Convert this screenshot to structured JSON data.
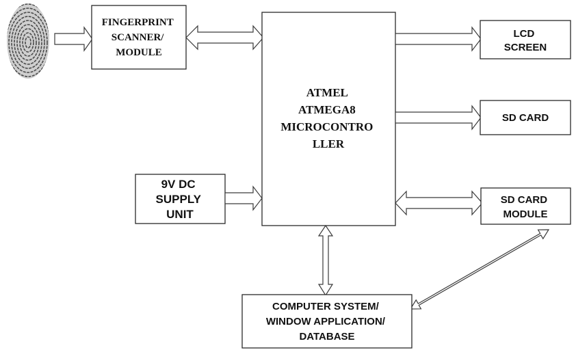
{
  "blocks": {
    "fingerprint_scanner": {
      "lines": [
        "FINGERPRINT",
        "SCANNER/",
        "MODULE"
      ]
    },
    "microcontroller": {
      "lines": [
        "ATMEL",
        "ATMEGA8",
        "MICROCONTRO",
        "LLER"
      ]
    },
    "power_supply": {
      "lines": [
        "9V DC",
        "SUPPLY",
        "UNIT"
      ]
    },
    "lcd_screen": {
      "lines": [
        "LCD",
        "SCREEN"
      ]
    },
    "sd_card": {
      "lines": [
        "SD CARD"
      ]
    },
    "sd_card_module": {
      "lines": [
        "SD CARD",
        "MODULE"
      ]
    },
    "computer_system": {
      "lines": [
        "COMPUTER SYSTEM/",
        "WINDOW APPLICATION/",
        "DATABASE"
      ]
    }
  },
  "icons": {
    "fingerprint": "fingerprint-icon"
  },
  "colors": {
    "line": "#2a2a2a",
    "fill": "#ffffff",
    "text": "#111111"
  }
}
